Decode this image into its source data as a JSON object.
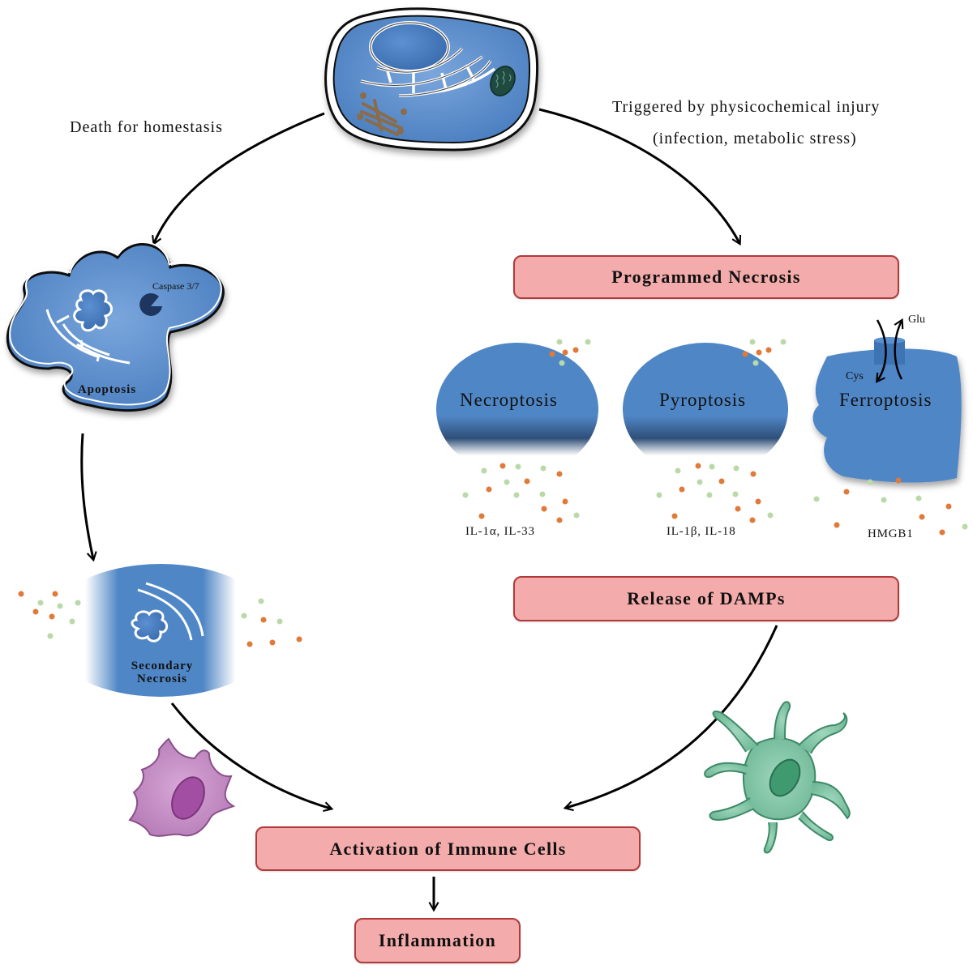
{
  "diagram": {
    "title": "Cell death pathways leading to inflammation",
    "colors": {
      "cell_blue": "#4f86c6",
      "box_fill": "#f4abab",
      "box_border": "#b03a3a",
      "damp_orange": "#e07a3a",
      "damp_green": "#b9d9a8",
      "macrophage_purple": "#c48fc4",
      "dendritic_green": "#7cc3a4"
    },
    "captions": {
      "left_branch": "Death for homestasis",
      "right_branch_line1": "Triggered by physicochemical injury",
      "right_branch_line2": "(infection, metabolic stress)"
    },
    "apoptosis": {
      "label": "Apoptosis",
      "enzyme_label": "Caspase 3/7"
    },
    "secondary_necrosis": {
      "line1": "Secondary",
      "line2": "Necrosis"
    },
    "boxes": {
      "programmed_necrosis": "Programmed Necrosis",
      "release_damps": "Release of DAMPs",
      "activation_immune": "Activation of Immune Cells",
      "inflammation": "Inflammation"
    },
    "necrosis_types": [
      {
        "name": "Necroptosis",
        "damps": "IL-1α, IL-33"
      },
      {
        "name": "Pyroptosis",
        "damps": "IL-1β, IL-18"
      },
      {
        "name": "Ferroptosis",
        "damps": "HMGB1"
      }
    ],
    "ferroptosis_transport": {
      "in_label": "Cys",
      "out_label": "Glu"
    },
    "flow": [
      {
        "from": "Healthy cell",
        "to": "Apoptosis"
      },
      {
        "from": "Healthy cell",
        "to": "Programmed Necrosis"
      },
      {
        "from": "Apoptosis",
        "to": "Secondary Necrosis"
      },
      {
        "from": "Secondary Necrosis",
        "to": "Activation of Immune Cells"
      },
      {
        "from": "Release of DAMPs",
        "to": "Activation of Immune Cells"
      },
      {
        "from": "Activation of Immune Cells",
        "to": "Inflammation"
      }
    ]
  }
}
